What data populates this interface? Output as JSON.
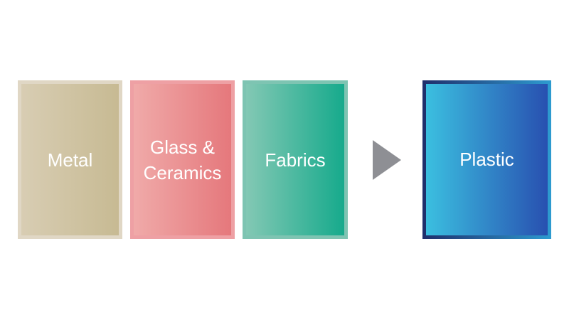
{
  "boxes": [
    {
      "id": "metal",
      "label": "Metal",
      "colors": {
        "fill_start": "#d8cdb3",
        "fill_end": "#c7ba93",
        "border": "#e0d7c5"
      }
    },
    {
      "id": "glass",
      "label": "Glass &\nCeramics",
      "colors": {
        "fill_start": "#f0aaa9",
        "fill_end": "#e5787c",
        "border": "#eea0a4"
      }
    },
    {
      "id": "fabrics",
      "label": "Fabrics",
      "colors": {
        "fill_start": "#83c8b4",
        "fill_end": "#16aa8c",
        "border": "#7ec4b2"
      }
    }
  ],
  "arrow": {
    "icon": "triangle-right-arrow",
    "color": "#8e8f94"
  },
  "result": {
    "label": "Plastic",
    "colors": {
      "fill_start": "#3bbfe0",
      "fill_end": "#2850b0",
      "border_start": "#1f2e6b",
      "border_end": "#2d9bd0"
    }
  }
}
